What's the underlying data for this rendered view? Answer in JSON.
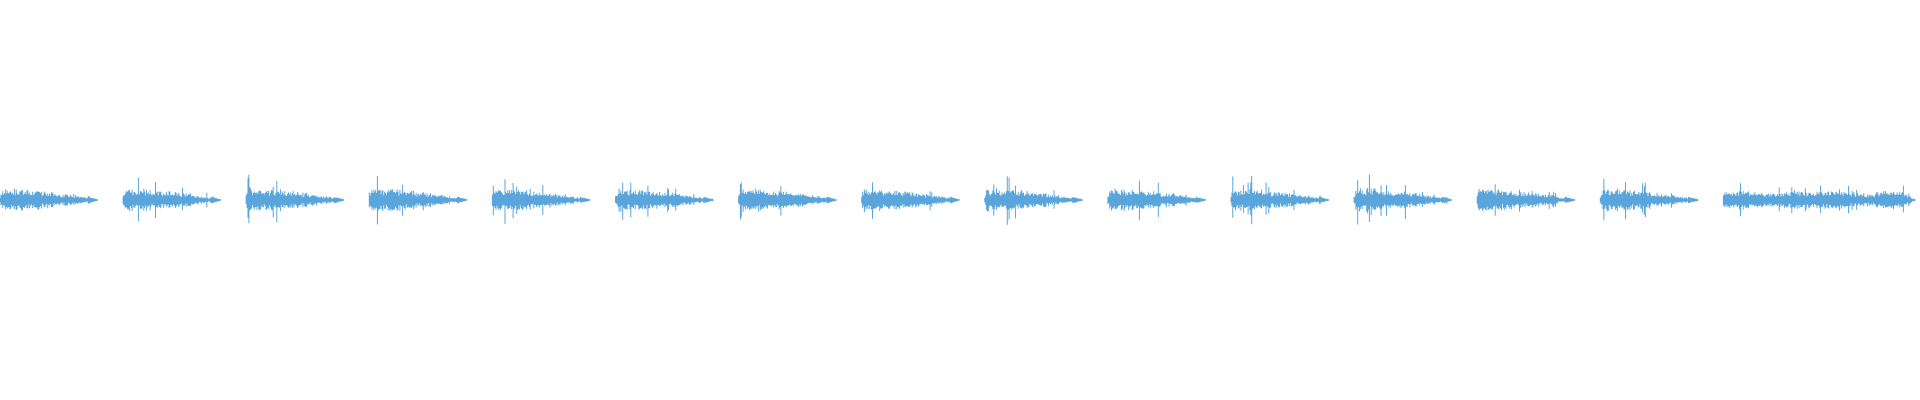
{
  "waveform": {
    "color": "#5aa5dc",
    "background": "#ffffff",
    "clip_count": 15,
    "clip_types": [
      "decay",
      "decay",
      "decay",
      "decay",
      "decay",
      "decay",
      "decay",
      "decay",
      "decay",
      "decay",
      "decay",
      "decay",
      "decay",
      "decay",
      "sustained"
    ]
  }
}
